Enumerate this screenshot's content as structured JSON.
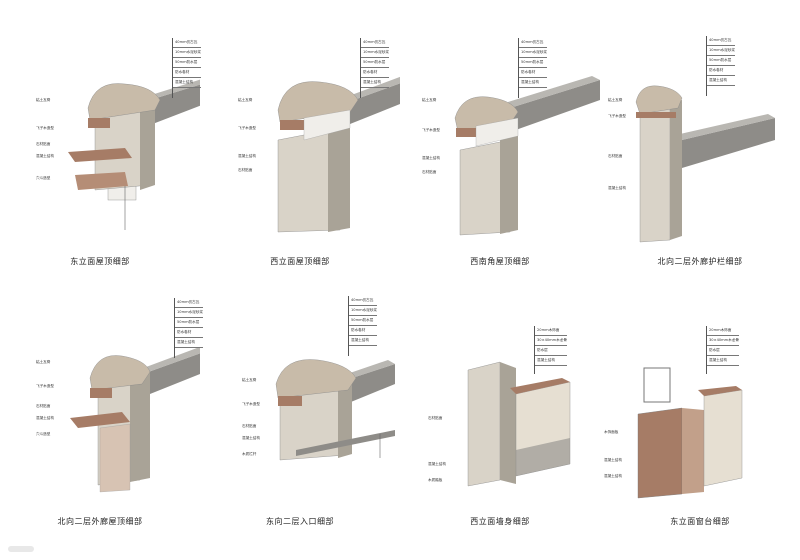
{
  "colors": {
    "stone": "#d9d3c8",
    "stone_dark": "#a9a397",
    "cap": "#c8bba9",
    "timber": "#a67c66",
    "slab": "#8e8c88",
    "slab_top": "#b9b7b2",
    "concrete": "#c9c6bf",
    "hatch": "#6d6a65",
    "leader": "#555555"
  },
  "roof_notes": [
    "40mm仿古瓦",
    "10mm水泥砂浆",
    "50mm防水层",
    "防水卷材",
    "混凝土结构"
  ],
  "base_notes": [
    "20mm木饰面",
    "30×40mm木龙骨",
    "防水层",
    "混凝土结构"
  ],
  "panels": [
    {
      "caption": "东立面屋顶细部",
      "labels": [
        "粘土瓦脊",
        "飞子木造型",
        "石材贴面",
        "混凝土结构",
        "穴斗造型"
      ]
    },
    {
      "caption": "西立面屋顶细部",
      "labels": [
        "粘土瓦脊",
        "飞子木造型",
        "混凝土结构",
        "石材贴面"
      ]
    },
    {
      "caption": "西南角屋顶细部",
      "labels": [
        "粘土瓦脊",
        "飞子木造型",
        "混凝土结构",
        "石材贴面"
      ]
    },
    {
      "caption": "北向二层外廊护栏细部",
      "labels": [
        "粘土瓦脊",
        "飞子木造型",
        "石材贴面",
        "混凝土结构"
      ]
    },
    {
      "caption": "北向二层外廊屋顶细部",
      "labels": [
        "粘土瓦脊",
        "飞子木造型",
        "石材贴面",
        "混凝土结构",
        "穴斗造型"
      ]
    },
    {
      "caption": "东向二层入口细部",
      "labels": [
        "粘土瓦脊",
        "飞子木造型",
        "石材贴面",
        "混凝土结构",
        "木质栏杆"
      ]
    },
    {
      "caption": "西立面墙身细部",
      "labels": [
        "石材贴面",
        "混凝土结构",
        "木质踏板"
      ]
    },
    {
      "caption": "东立面窗台细部",
      "labels": [
        "木饰面板",
        "混凝土结构",
        "混凝土结构"
      ]
    }
  ]
}
